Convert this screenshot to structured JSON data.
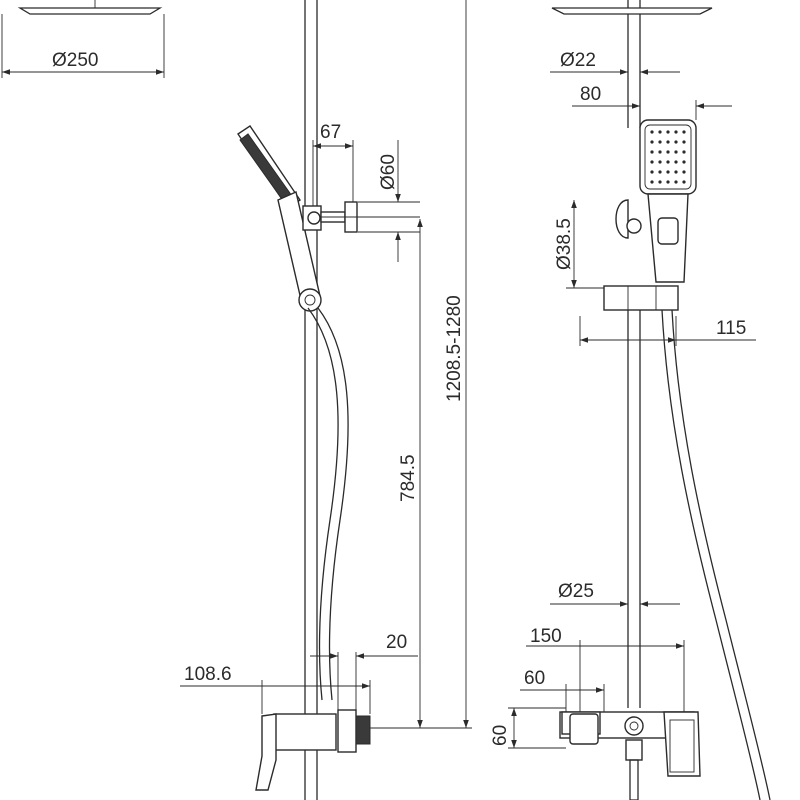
{
  "dimensions": {
    "head_diameter": "Ø250",
    "handset_offset": "67",
    "bracket_diameter": "Ø60",
    "height_range": "1208.5-1280",
    "bracket_height": "784.5",
    "inlet_offset": "20",
    "mixer_depth": "108.6",
    "arm_diameter": "Ø22",
    "arm_offset": "80",
    "holder_diameter": "Ø38.5",
    "holder_offset": "115",
    "rail_diameter": "Ø25",
    "mixer_width": "150",
    "handle_width": "60",
    "handle_height": "60"
  }
}
